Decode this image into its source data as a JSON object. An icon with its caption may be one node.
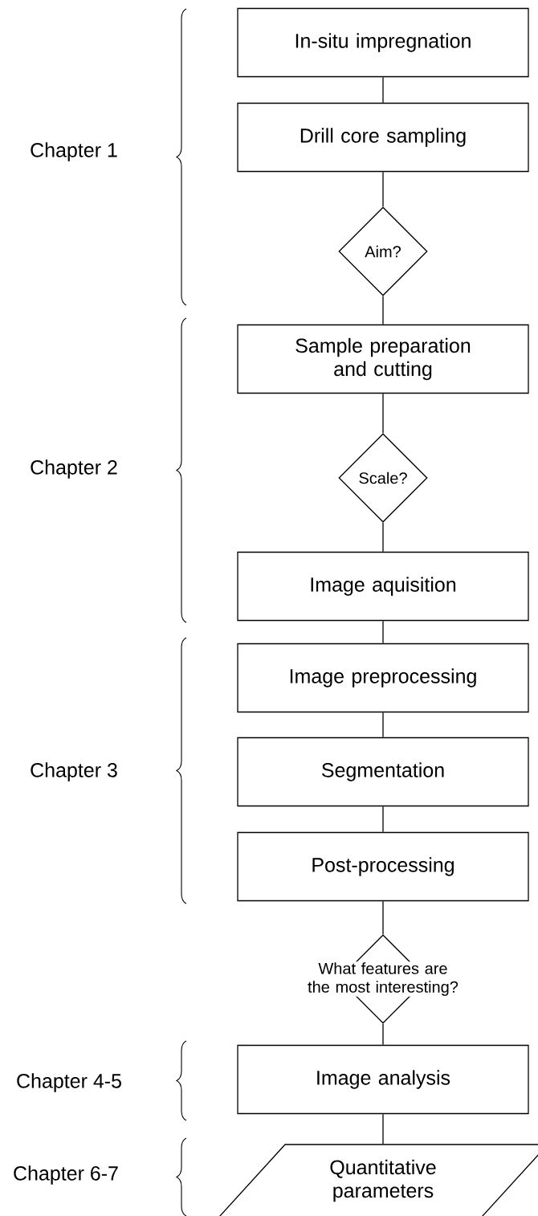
{
  "diagram": {
    "nodes": [
      {
        "text": [
          "In-situ impregnation"
        ]
      },
      {
        "text": [
          "Drill core sampling"
        ]
      },
      {
        "text": [
          "Aim?"
        ]
      },
      {
        "text": [
          "Sample preparation and cutting"
        ]
      },
      {
        "text": [
          "Scale?"
        ]
      },
      {
        "text": [
          "Image aquisition"
        ]
      },
      {
        "text": [
          "Image preprocessing"
        ]
      },
      {
        "text": [
          "Segmentation"
        ]
      },
      {
        "text": [
          "Post-processing"
        ]
      },
      {
        "text": [
          "What features are the most interesting?"
        ]
      },
      {
        "text": [
          "Image analysis"
        ]
      },
      {
        "text": [
          "Quantitative parameters"
        ]
      }
    ],
    "edges": [
      {
        "from": 0,
        "to": 1,
        "arrow": "none"
      },
      {
        "from": 1,
        "to": 2,
        "arrow": "none"
      },
      {
        "from": 2,
        "to": 3,
        "arrow": "none"
      },
      {
        "from": 3,
        "to": 4,
        "arrow": "none"
      },
      {
        "from": 4,
        "to": 5,
        "arrow": "none"
      },
      {
        "from": 5,
        "to": 6,
        "arrow": "none"
      },
      {
        "from": 6,
        "to": 7,
        "arrow": "none"
      },
      {
        "from": 7,
        "to": 8,
        "arrow": "none"
      },
      {
        "from": 8,
        "to": 9,
        "arrow": "none"
      },
      {
        "from": 9,
        "to": 10,
        "arrow": "none"
      },
      {
        "from": 10,
        "to": 11,
        "arrow": "none"
      }
    ],
    "labels": [
      "Chapter 1",
      "Chapter 2",
      "Chapter 3",
      "Chapter 4-5",
      "Chapter 6-7"
    ]
  }
}
